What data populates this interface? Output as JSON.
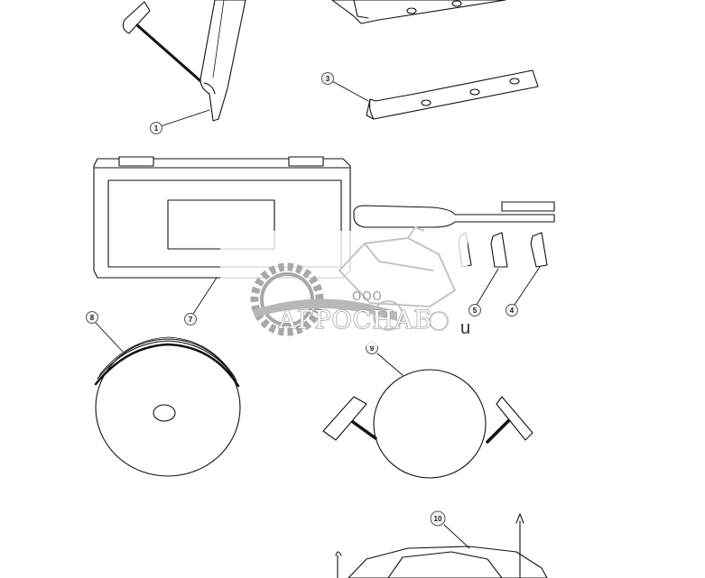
{
  "callouts": [
    {
      "id": "callout-1",
      "label": "1"
    },
    {
      "id": "callout-3",
      "label": "3"
    },
    {
      "id": "callout-4",
      "label": "4"
    },
    {
      "id": "callout-5",
      "label": "5"
    },
    {
      "id": "callout-7",
      "label": "7"
    },
    {
      "id": "callout-8",
      "label": "8"
    },
    {
      "id": "callout-9",
      "label": "9"
    },
    {
      "id": "callout-10",
      "label": "10"
    }
  ],
  "watermark": {
    "prefix": "ООО",
    "name": "АГРОСНАБ",
    "tail": "u"
  },
  "colors": {
    "line": "#111111",
    "fill": "#ffffff",
    "watermark_gray": "#9a9a9a"
  }
}
